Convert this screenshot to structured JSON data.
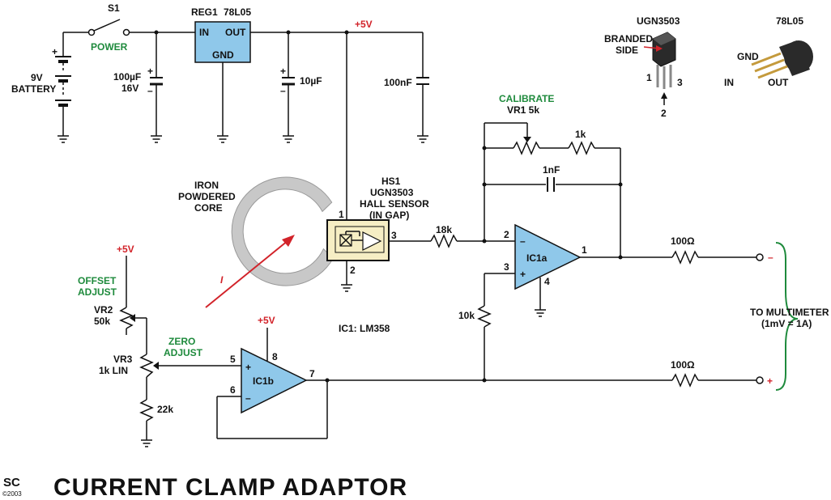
{
  "title": "CURRENT CLAMP ADAPTOR",
  "logo": {
    "mark": "SC",
    "year": "©2003"
  },
  "colors": {
    "component_fill": "#8fc8ea",
    "sensor_fill": "#f6eec4",
    "core": "#c8c8c8",
    "green": "#1e8a3c",
    "red": "#d2232a"
  },
  "labels": {
    "s1": "S1",
    "power": "POWER",
    "battery_v": "9V",
    "battery": "BATTERY",
    "reg1": "REG1",
    "reg_part": "78L05",
    "reg_in": "IN",
    "reg_out": "OUT",
    "reg_gnd": "GND",
    "plus5v": "+5V",
    "c1_val": "100µF",
    "c1_v": "16V",
    "c2_val": "10µF",
    "c3_val": "100nF",
    "ugn_part": "UGN3503",
    "branded_1": "BRANDED",
    "branded_2": "SIDE",
    "pin1": "1",
    "pin2": "2",
    "pin3": "3",
    "pkg_gnd": "GND",
    "pkg_in": "IN",
    "pkg_out": "OUT",
    "calibrate": "CALIBRATE",
    "vr1": "VR1 5k",
    "r_1k": "1k",
    "c_1nf": "1nF",
    "iron_1": "IRON",
    "iron_2": "POWDERED",
    "iron_3": "CORE",
    "hs1_1": "HS1",
    "hs1_2": "UGN3503",
    "hs1_3": "HALL SENSOR",
    "hs1_4": "(IN GAP)",
    "r_18k": "18k",
    "ic1a": "IC1a",
    "ic1b": "IC1b",
    "ic1_part": "IC1: LM358",
    "r_100a": "100Ω",
    "r_100b": "100Ω",
    "r_10k": "10k",
    "r_22k": "22k",
    "offset_1": "OFFSET",
    "offset_2": "ADJUST",
    "vr2_1": "VR2",
    "vr2_2": "50k",
    "vr3_1": "VR3",
    "vr3_2": "1k LIN",
    "zero_1": "ZERO",
    "zero_2": "ADJUST",
    "to_mm_1": "TO MULTIMETER",
    "to_mm_2": "(1mV = 1A)",
    "current": "I",
    "minus": "–",
    "plus": "+",
    "op_minus": "–",
    "op_plus": "+",
    "pin_op1": "1",
    "pin_op2": "2",
    "pin_op3": "3",
    "pin_op4": "4",
    "pin_op5": "5",
    "pin_op6": "6",
    "pin_op7": "7",
    "pin_op8": "8",
    "pin_hs1": "1",
    "pin_hs2": "2",
    "pin_hs3": "3"
  }
}
